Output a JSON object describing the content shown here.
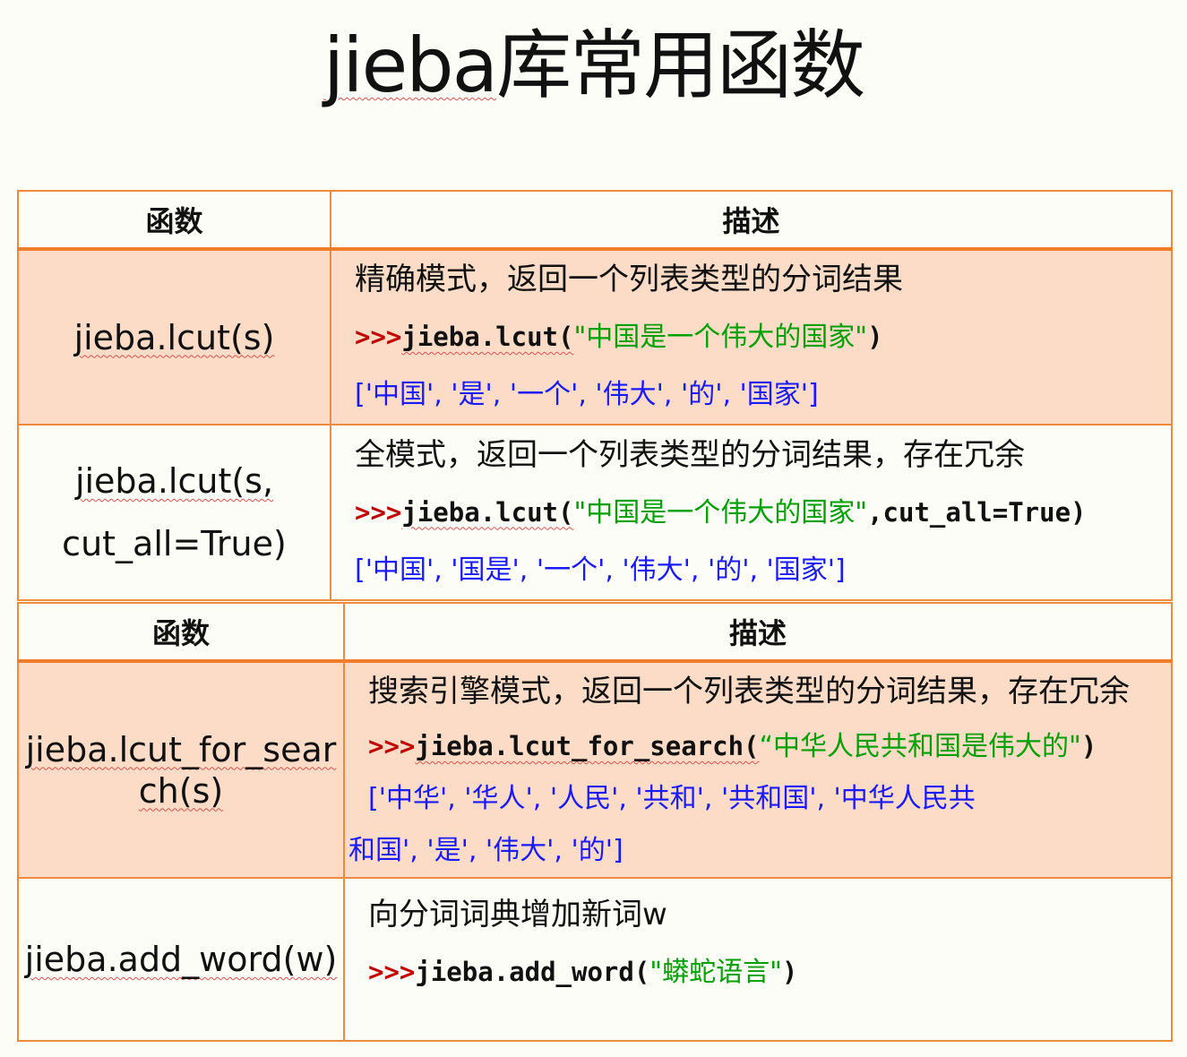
{
  "title": "jieba库常用函数",
  "header": {
    "col_function": "函数",
    "col_description": "描述"
  },
  "rows": [
    {
      "function": "jieba.lcut(s)",
      "description": "精确模式，返回一个列表类型的分词结果",
      "code_prompt": ">>>",
      "code_call": "jieba.lcut(",
      "code_arg": "\"中国是一个伟大的国家\"",
      "code_tail": ")",
      "result": "['中国', '是', '一个', '伟大', '的', '国家']"
    },
    {
      "function_line1": "jieba.lcut(s,",
      "function_line2": "cut_all=True)",
      "description": "全模式，返回一个列表类型的分词结果，存在冗余",
      "code_prompt": ">>>",
      "code_call": "jieba.lcut(",
      "code_arg": "\"中国是一个伟大的国家\"",
      "code_tail": ",cut_all=True)",
      "result": "['中国', '国是', '一个', '伟大', '的', '国家']"
    },
    {
      "function_line1": "jieba.lcut_for_sear",
      "function_line2": "ch(s)",
      "description": "搜索引擎模式，返回一个列表类型的分词结果，存在冗余",
      "code_prompt": ">>>",
      "code_call": "jieba.lcut_for_search(",
      "code_arg": "“中华人民共和国是伟大的\"",
      "code_tail": ")",
      "result_line1": "['中华', '华人', '人民', '共和', '共和国', '中华人民共",
      "result_line2": "和国', '是', '伟大', '的']"
    },
    {
      "function": "jieba.add_word(w)",
      "description": "向分词词典增加新词w",
      "code_prompt": ">>>",
      "code_call": "jieba.add_word(",
      "code_arg": "\"蟒蛇语言\"",
      "code_tail": ")"
    }
  ]
}
